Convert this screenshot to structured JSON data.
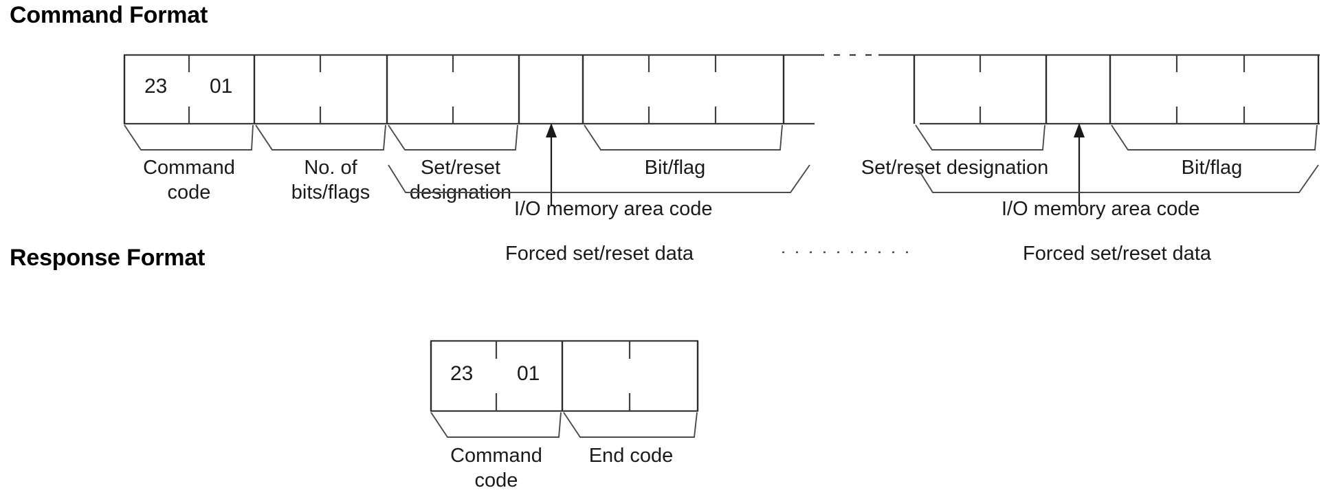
{
  "sections": {
    "command": {
      "title": "Command Format",
      "cells": {
        "command_code_hi": "23",
        "command_code_lo": "01"
      },
      "labels": {
        "command_code": {
          "line1": "Command",
          "line2": "code"
        },
        "no_of_bits_flags": {
          "line1": "No. of",
          "line2": "bits/flags"
        },
        "set_reset_designation_1": {
          "line1": "Set/reset",
          "line2": "designation"
        },
        "io_memory_area_code_1": "I/O memory area code",
        "bit_flag_1": "Bit/flag",
        "forced_set_reset_data_1": "Forced set/reset data",
        "set_reset_designation_n": "Set/reset designation",
        "io_memory_area_code_n": "I/O memory area code",
        "bit_flag_n": "Bit/flag",
        "forced_set_reset_data_n": "Forced set/reset data"
      }
    },
    "response": {
      "title": "Response Format",
      "cells": {
        "command_code_hi": "23",
        "command_code_lo": "01"
      },
      "labels": {
        "command_code": {
          "line1": "Command",
          "line2": "code"
        },
        "end_code": "End code"
      }
    }
  },
  "colors": {
    "ink": "#1a1a1a",
    "rule": "#3a3a3a",
    "brace": "#4a4a4a",
    "background": "#ffffff"
  }
}
